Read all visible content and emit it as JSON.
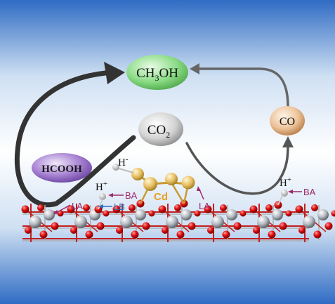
{
  "species": {
    "methanol": {
      "main": "CH",
      "sub": "3",
      "tail": "OH"
    },
    "co2": {
      "main": "CO",
      "sub": "2"
    },
    "co": "CO",
    "formic_acid": "HCOOH",
    "hydride": {
      "main": "H",
      "sup": "-"
    },
    "proton_left": {
      "main": "H",
      "sup": "+"
    },
    "proton_right": {
      "main": "H",
      "sup": "+"
    }
  },
  "labels": {
    "cd": "Cd",
    "ba_left": "BA",
    "ba_right": "BA",
    "la_left": "LA",
    "la_right": "LA",
    "lb": "LB"
  },
  "colors": {
    "background_top": "#2f6cc4",
    "background_mid": "#ffffff",
    "methanol_fill": "#7ed67a",
    "co2_fill": "#d9d9d9",
    "co_fill": "#e7b98e",
    "hcooh_fill": "#9a72c9",
    "cd_atom": "#e8c060",
    "cd_label": "#e6a020",
    "oxygen": "#e01010",
    "metal": "#9ea6ad",
    "label_purple": "#9c2a6a",
    "label_blue": "#2a70c0",
    "arrow_dark": "#333333",
    "arrow_gray": "#666666"
  }
}
